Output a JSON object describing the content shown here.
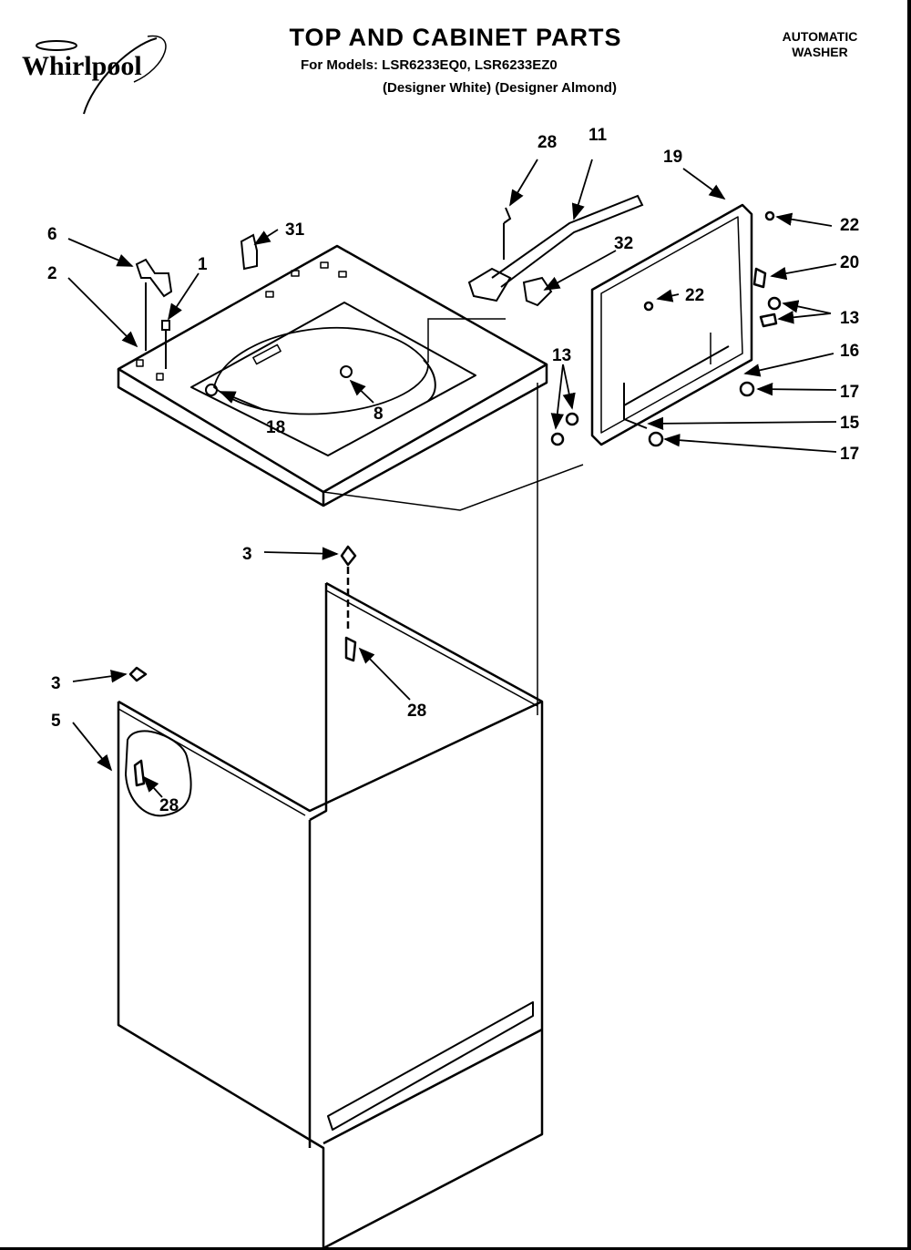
{
  "header": {
    "brand": "Whirlpool",
    "title": "TOP AND CABINET PARTS",
    "models_line": "For Models: LSR6233EQ0, LSR6233EZ0",
    "designer_line": "(Designer White) (Designer Almond)",
    "product_line1": "AUTOMATIC",
    "product_line2": "WASHER"
  },
  "callouts": {
    "c28_top": "28",
    "c11": "11",
    "c19": "19",
    "c6": "6",
    "c31": "31",
    "c1": "1",
    "c2": "2",
    "c32": "32",
    "c22_right": "22",
    "c20": "20",
    "c22_mid": "22",
    "c13_right": "13",
    "c16": "16",
    "c13_left": "13",
    "c17_upper": "17",
    "c15": "15",
    "c17_lower": "17",
    "c8": "8",
    "c18": "18",
    "c3_upper": "3",
    "c28_mid": "28",
    "c3_left": "3",
    "c5": "5",
    "c28_low": "28"
  }
}
